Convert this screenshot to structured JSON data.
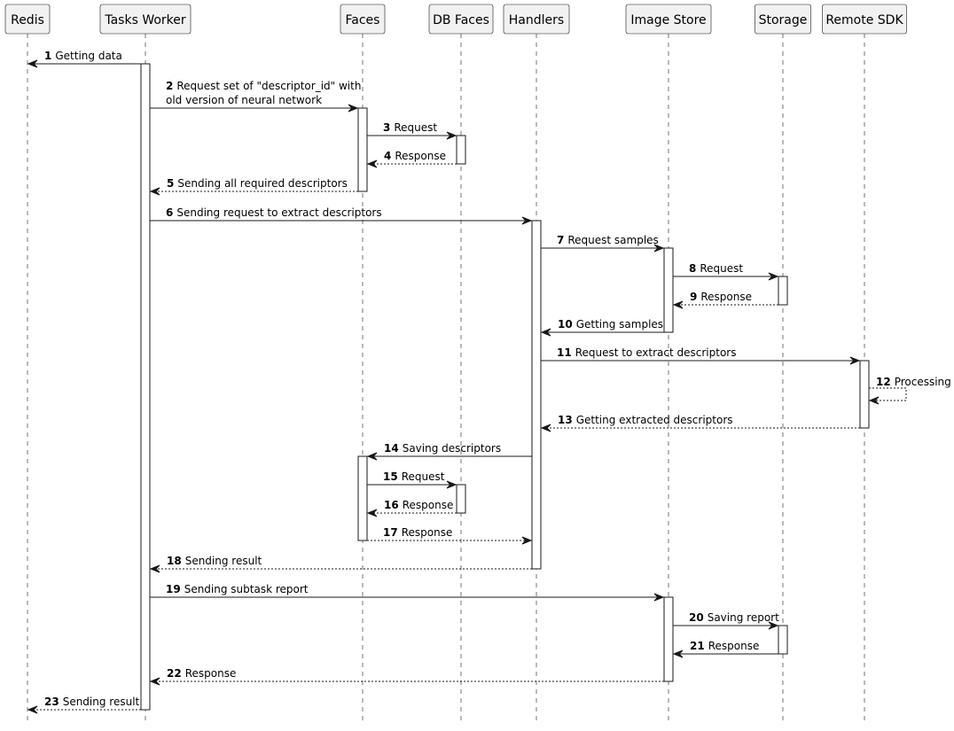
{
  "participants": [
    {
      "id": "redis",
      "label": "Redis"
    },
    {
      "id": "tasks",
      "label": "Tasks Worker"
    },
    {
      "id": "faces",
      "label": "Faces"
    },
    {
      "id": "dbfaces",
      "label": "DB Faces"
    },
    {
      "id": "handlers",
      "label": "Handlers"
    },
    {
      "id": "imagestore",
      "label": "Image Store"
    },
    {
      "id": "storage",
      "label": "Storage"
    },
    {
      "id": "remotesdk",
      "label": "Remote SDK"
    }
  ],
  "messages": [
    {
      "num": "1",
      "from": "tasks",
      "to": "redis",
      "style": "solid",
      "lines": [
        "Getting data"
      ]
    },
    {
      "num": "2",
      "from": "tasks",
      "to": "faces",
      "style": "solid",
      "lines": [
        "Request set of \"descriptor_id\" with",
        "old version of neural network"
      ]
    },
    {
      "num": "3",
      "from": "faces",
      "to": "dbfaces",
      "style": "solid",
      "lines": [
        "Request"
      ]
    },
    {
      "num": "4",
      "from": "dbfaces",
      "to": "faces",
      "style": "dashed",
      "lines": [
        "Response"
      ]
    },
    {
      "num": "5",
      "from": "faces",
      "to": "tasks",
      "style": "dashed",
      "lines": [
        "Sending all required descriptors"
      ]
    },
    {
      "num": "6",
      "from": "tasks",
      "to": "handlers",
      "style": "solid",
      "lines": [
        "Sending request to extract descriptors"
      ]
    },
    {
      "num": "7",
      "from": "handlers",
      "to": "imagestore",
      "style": "solid",
      "lines": [
        "Request samples"
      ]
    },
    {
      "num": "8",
      "from": "imagestore",
      "to": "storage",
      "style": "solid",
      "lines": [
        "Request"
      ]
    },
    {
      "num": "9",
      "from": "storage",
      "to": "imagestore",
      "style": "dashed",
      "lines": [
        "Response"
      ]
    },
    {
      "num": "10",
      "from": "imagestore",
      "to": "handlers",
      "style": "solid",
      "lines": [
        "Getting samples"
      ]
    },
    {
      "num": "11",
      "from": "handlers",
      "to": "remotesdk",
      "style": "solid",
      "lines": [
        "Request to extract descriptors"
      ]
    },
    {
      "num": "12",
      "from": "remotesdk",
      "to": "remotesdk",
      "style": "dashed",
      "lines": [
        "Processing"
      ]
    },
    {
      "num": "13",
      "from": "remotesdk",
      "to": "handlers",
      "style": "dashed",
      "lines": [
        "Getting extracted descriptors"
      ]
    },
    {
      "num": "14",
      "from": "handlers",
      "to": "faces",
      "style": "solid",
      "lines": [
        "Saving descriptors"
      ]
    },
    {
      "num": "15",
      "from": "faces",
      "to": "dbfaces",
      "style": "solid",
      "lines": [
        "Request"
      ]
    },
    {
      "num": "16",
      "from": "dbfaces",
      "to": "faces",
      "style": "dashed",
      "lines": [
        "Response"
      ]
    },
    {
      "num": "17",
      "from": "faces",
      "to": "handlers",
      "style": "dashed",
      "lines": [
        "Response"
      ]
    },
    {
      "num": "18",
      "from": "handlers",
      "to": "tasks",
      "style": "dashed",
      "lines": [
        "Sending result"
      ]
    },
    {
      "num": "19",
      "from": "tasks",
      "to": "imagestore",
      "style": "solid",
      "lines": [
        "Sending subtask report"
      ]
    },
    {
      "num": "20",
      "from": "imagestore",
      "to": "storage",
      "style": "solid",
      "lines": [
        "Saving report"
      ]
    },
    {
      "num": "21",
      "from": "storage",
      "to": "imagestore",
      "style": "solid",
      "lines": [
        "Response"
      ]
    },
    {
      "num": "22",
      "from": "imagestore",
      "to": "tasks",
      "style": "dashed",
      "lines": [
        "Response"
      ]
    },
    {
      "num": "23",
      "from": "tasks",
      "to": "redis",
      "style": "dashed",
      "lines": [
        "Sending result"
      ]
    }
  ]
}
